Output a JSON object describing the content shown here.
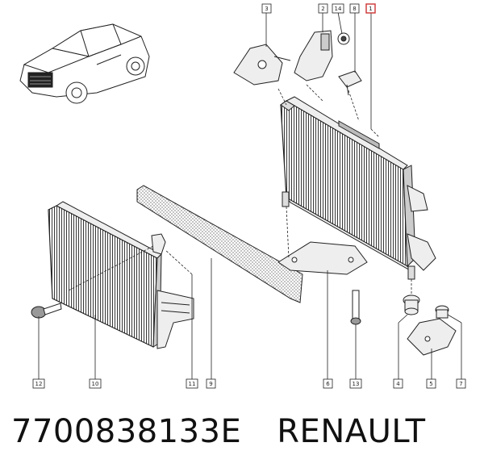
{
  "callouts": {
    "c1": "1",
    "c2": "2",
    "c3": "3",
    "c4": "4",
    "c5": "5",
    "c6": "6",
    "c7": "7",
    "c8": "8",
    "c9": "9",
    "c10": "10",
    "c11": "11",
    "c12": "12",
    "c13": "13",
    "c14": "14"
  },
  "caption": {
    "part_number": "7700838133E",
    "brand": "RENAULT"
  },
  "colors": {
    "ink": "#222222",
    "highlight": "#cc3333",
    "background": "#ffffff"
  }
}
